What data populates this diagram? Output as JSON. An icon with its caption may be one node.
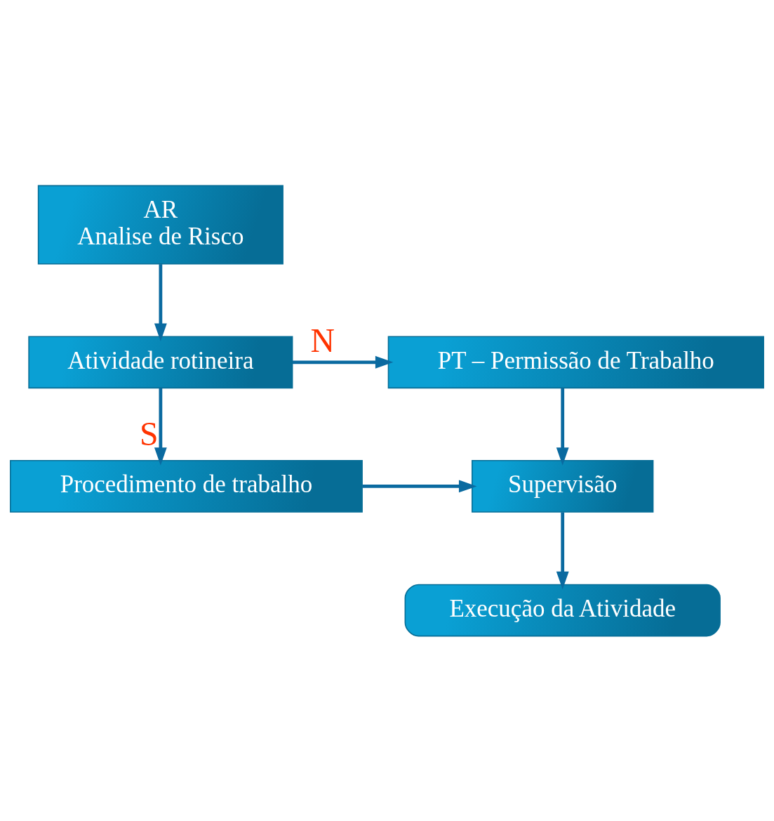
{
  "diagram": {
    "nodes": [
      {
        "text": [
          "AR",
          "Analise de Risco"
        ]
      },
      {
        "text": [
          "Atividade rotineira"
        ]
      },
      {
        "text": [
          "PT – Permissão de Trabalho"
        ]
      },
      {
        "text": [
          "Procedimento de trabalho"
        ]
      },
      {
        "text": [
          "Supervisão"
        ]
      },
      {
        "text": [
          "Execução da Atividade"
        ]
      }
    ],
    "edges": [
      {
        "from": 0,
        "to": 1,
        "arrow": "to"
      },
      {
        "from": 1,
        "to": 2,
        "arrow": "to",
        "label": "N"
      },
      {
        "from": 1,
        "to": 3,
        "arrow": "to",
        "label": "S"
      },
      {
        "from": 2,
        "to": 4,
        "arrow": "to"
      },
      {
        "from": 3,
        "to": 4,
        "arrow": "to"
      },
      {
        "from": 4,
        "to": 5,
        "arrow": "to"
      }
    ]
  }
}
